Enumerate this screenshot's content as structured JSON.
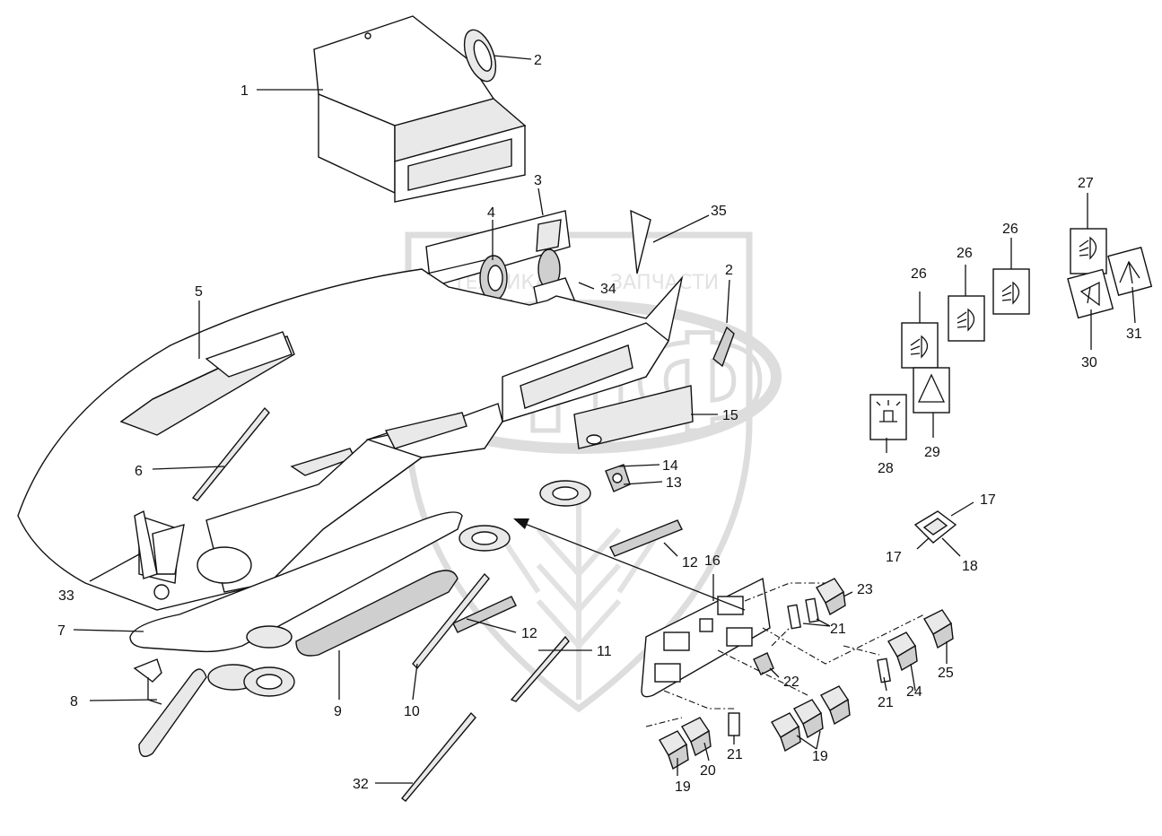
{
  "watermark": {
    "text_left": "ТЕХНИКА",
    "text_right": "ЗАПЧАСТИ",
    "logo": "ЭПФ"
  },
  "callouts": [
    {
      "id": "c1",
      "label": "1"
    },
    {
      "id": "c2a",
      "label": "2"
    },
    {
      "id": "c2b",
      "label": "2"
    },
    {
      "id": "c3",
      "label": "3"
    },
    {
      "id": "c4",
      "label": "4"
    },
    {
      "id": "c5",
      "label": "5"
    },
    {
      "id": "c6",
      "label": "6"
    },
    {
      "id": "c7",
      "label": "7"
    },
    {
      "id": "c8",
      "label": "8"
    },
    {
      "id": "c9",
      "label": "9"
    },
    {
      "id": "c10",
      "label": "10"
    },
    {
      "id": "c11",
      "label": "11"
    },
    {
      "id": "c12a",
      "label": "12"
    },
    {
      "id": "c12b",
      "label": "12"
    },
    {
      "id": "c13",
      "label": "13"
    },
    {
      "id": "c14",
      "label": "14"
    },
    {
      "id": "c15",
      "label": "15"
    },
    {
      "id": "c16",
      "label": "16"
    },
    {
      "id": "c17a",
      "label": "17"
    },
    {
      "id": "c17b",
      "label": "17"
    },
    {
      "id": "c18",
      "label": "18"
    },
    {
      "id": "c19a",
      "label": "19"
    },
    {
      "id": "c19b",
      "label": "19"
    },
    {
      "id": "c20",
      "label": "20"
    },
    {
      "id": "c21a",
      "label": "21"
    },
    {
      "id": "c21b",
      "label": "21"
    },
    {
      "id": "c21c",
      "label": "21"
    },
    {
      "id": "c22",
      "label": "22"
    },
    {
      "id": "c23",
      "label": "23"
    },
    {
      "id": "c24",
      "label": "24"
    },
    {
      "id": "c25",
      "label": "25"
    },
    {
      "id": "c26a",
      "label": "26"
    },
    {
      "id": "c26b",
      "label": "26"
    },
    {
      "id": "c26c",
      "label": "26"
    },
    {
      "id": "c27",
      "label": "27"
    },
    {
      "id": "c28",
      "label": "28"
    },
    {
      "id": "c29",
      "label": "29"
    },
    {
      "id": "c30",
      "label": "30"
    },
    {
      "id": "c31",
      "label": "31"
    },
    {
      "id": "c32",
      "label": "32"
    },
    {
      "id": "c33",
      "label": "33"
    },
    {
      "id": "c34",
      "label": "34"
    },
    {
      "id": "c35",
      "label": "35"
    }
  ]
}
